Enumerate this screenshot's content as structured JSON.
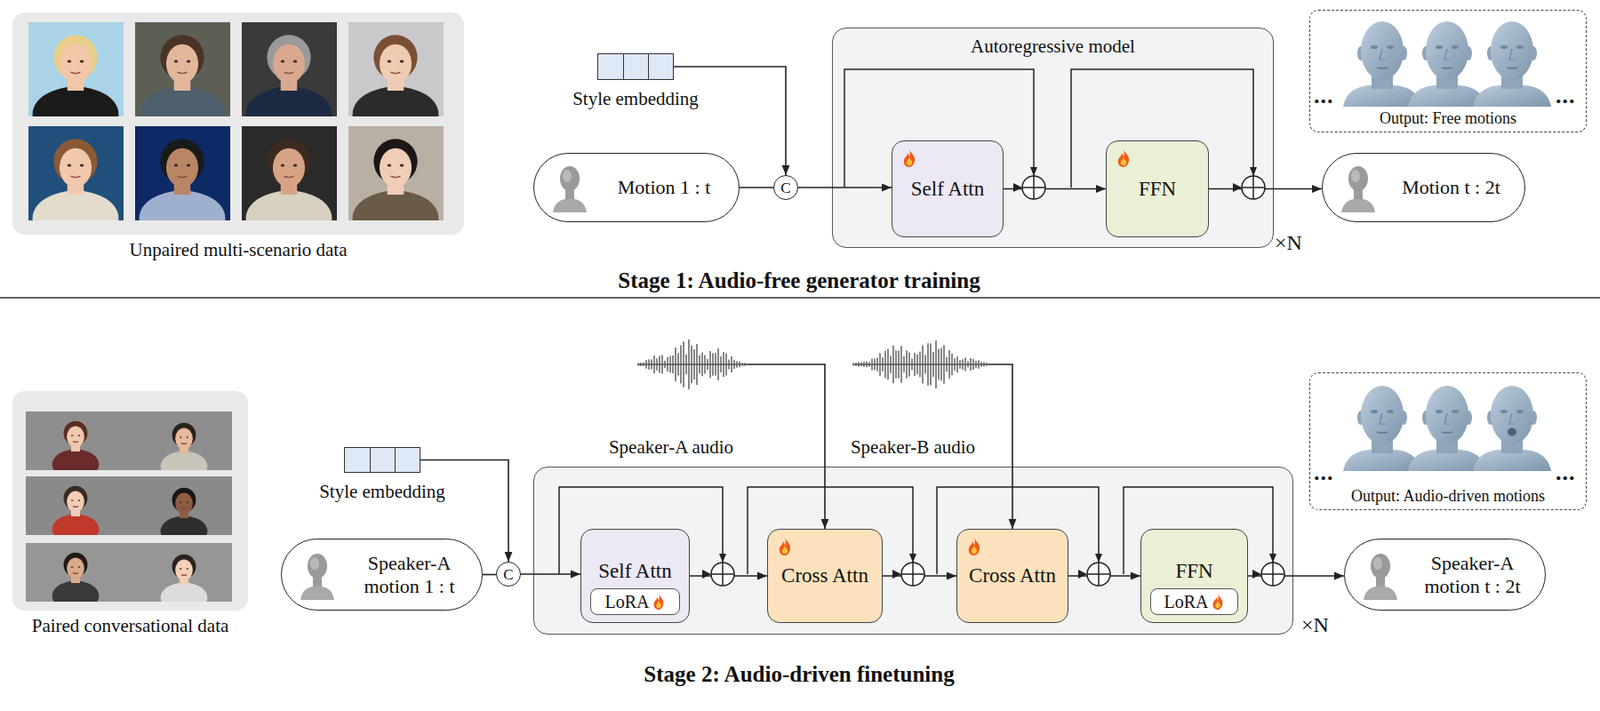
{
  "diagram": {
    "nodes": [
      {
        "text": [
          "Unpaired multi-scenario data"
        ]
      },
      {
        "text": [
          "Style embedding"
        ]
      },
      {
        "text": [
          "Motion 1 : t"
        ]
      },
      {
        "text": [
          "C"
        ]
      },
      {
        "text": [
          "Autoregressive model"
        ]
      },
      {
        "text": [
          "Self Attn"
        ],
        "in": 4
      },
      {
        "text": [
          "FFN"
        ],
        "in": 4
      },
      {
        "text": [
          "Output: Free motions"
        ]
      },
      {
        "text": [
          "Motion t : 2t"
        ]
      },
      {
        "text": [
          "Paired conversational data"
        ]
      },
      {
        "text": [
          "Speaker-A audio"
        ]
      },
      {
        "text": [
          "Speaker-B audio"
        ]
      },
      {
        "text": [
          "Output: Audio-driven motions"
        ]
      },
      {
        "text": [
          "Style embedding"
        ]
      },
      {
        "text": [
          "Speaker-A motion 1 : t"
        ]
      },
      {
        "text": [
          "C"
        ]
      },
      {
        "text": []
      },
      {
        "text": [
          "Self Attn",
          "LoRA"
        ],
        "in": 16
      },
      {
        "text": [
          "Cross Attn"
        ],
        "in": 16
      },
      {
        "text": [
          "Cross Attn"
        ],
        "in": 16
      },
      {
        "text": [
          "FFN",
          "LoRA"
        ],
        "in": 16
      },
      {
        "text": [
          "Speaker-A motion t : 2t"
        ]
      }
    ],
    "edges": [
      {
        "from": 1,
        "to": 3,
        "arrow": "to"
      },
      {
        "from": 2,
        "to": 3,
        "arrow": "none"
      },
      {
        "from": 3,
        "to": 5,
        "arrow": "to"
      },
      {
        "from": 5,
        "to": 6,
        "arrow": "to"
      },
      {
        "from": 6,
        "to": 8,
        "arrow": "to"
      },
      {
        "from": 13,
        "to": 15,
        "arrow": "to"
      },
      {
        "from": 14,
        "to": 15,
        "arrow": "none"
      },
      {
        "from": 15,
        "to": 17,
        "arrow": "to"
      },
      {
        "from": 17,
        "to": 18,
        "arrow": "to"
      },
      {
        "from": 18,
        "to": 19,
        "arrow": "to"
      },
      {
        "from": 19,
        "to": 20,
        "arrow": "to"
      },
      {
        "from": 20,
        "to": 21,
        "arrow": "to"
      },
      {
        "from": 10,
        "to": 18,
        "arrow": "to"
      },
      {
        "from": 11,
        "to": 19,
        "arrow": "to"
      }
    ],
    "labels": [
      "Stage 1: Audio-free generator training",
      "×N",
      "Stage 2: Audio-driven finetuning",
      "×N",
      "...",
      "...",
      "...",
      "..."
    ]
  }
}
